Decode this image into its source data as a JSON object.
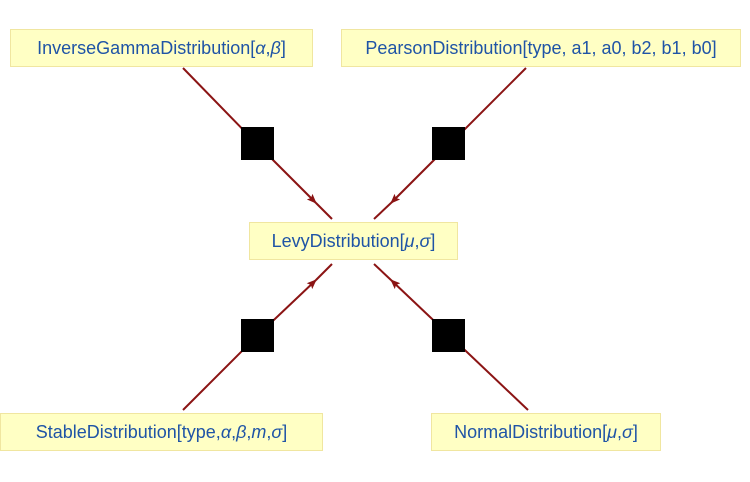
{
  "colors": {
    "node_fill": "#ffffc4",
    "node_border": "#f0e6a0",
    "node_text": "#1f54a6",
    "edge": "#8b1414",
    "junction": "#000000"
  },
  "nodes": {
    "inverse_gamma": {
      "name": "InverseGammaDistribution[",
      "p1": "α",
      "sep1": ", ",
      "p2": "β",
      "close": "]"
    },
    "pearson": {
      "label": "PearsonDistribution[type, a1, a0, b2, b1, b0]"
    },
    "levy": {
      "name": "LevyDistribution[",
      "p1": "μ",
      "sep1": ", ",
      "p2": "σ",
      "close": "]"
    },
    "stable": {
      "name": "StableDistribution[type, ",
      "p1": "α",
      "sep1": ", ",
      "p2": "β",
      "sep2": ", ",
      "p3": "m",
      "sep3": ", ",
      "p4": "σ",
      "close": "]"
    },
    "normal": {
      "name": "NormalDistribution[",
      "p1": "μ",
      "sep1": ", ",
      "p2": "σ",
      "close": "]"
    }
  }
}
